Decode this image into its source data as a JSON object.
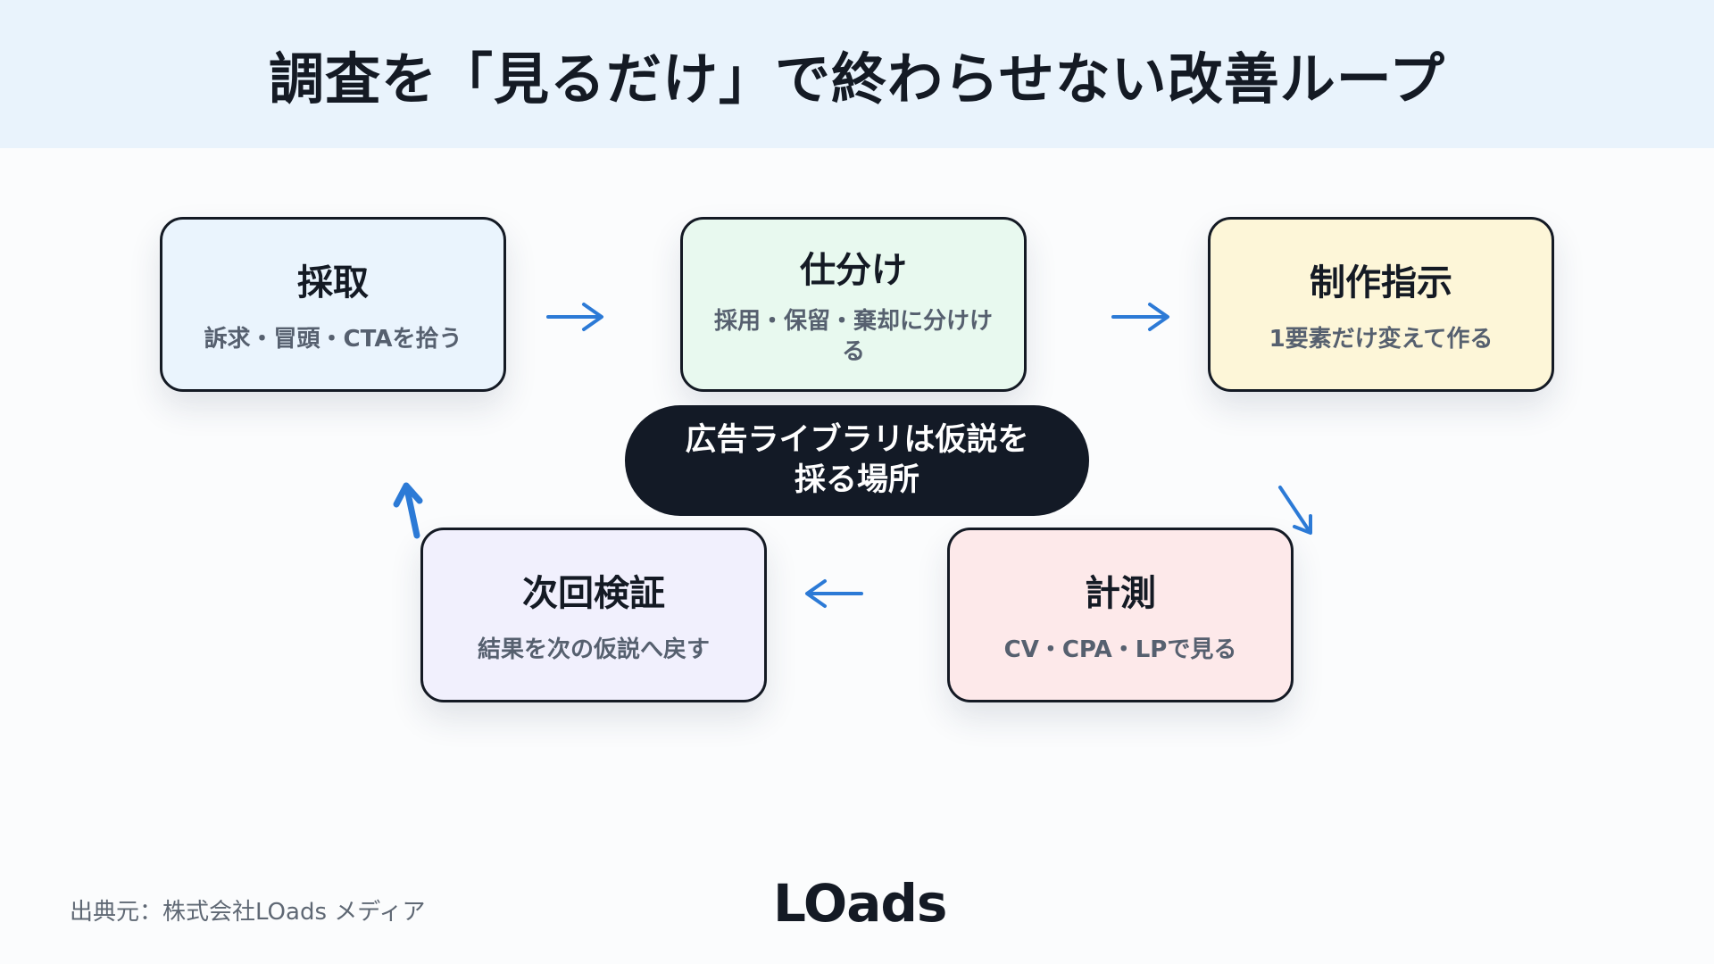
{
  "header": {
    "title": "調査を「見るだけ」で終わらせない改善ループ"
  },
  "steps": [
    {
      "title": "採取",
      "desc": "訴求・冒頭・CTAを拾う"
    },
    {
      "title": "仕分け",
      "desc": "採用・保留・棄却に分けける"
    },
    {
      "title": "制作指示",
      "desc": "1要素だけ変えて作る"
    },
    {
      "title": "計測",
      "desc": "CV・CPA・LPで見る"
    },
    {
      "title": "次回検証",
      "desc": "結果を次の仮説へ戻す"
    }
  ],
  "center": {
    "text": "広告ライブラリは仮説を採る場所"
  },
  "footer": {
    "source": "出典元：株式会社LOads メディア",
    "logo": "LOads"
  },
  "colors": {
    "arrow": "#2c7ad6",
    "border": "#141a24",
    "header_bg": "#e9f3fc"
  }
}
